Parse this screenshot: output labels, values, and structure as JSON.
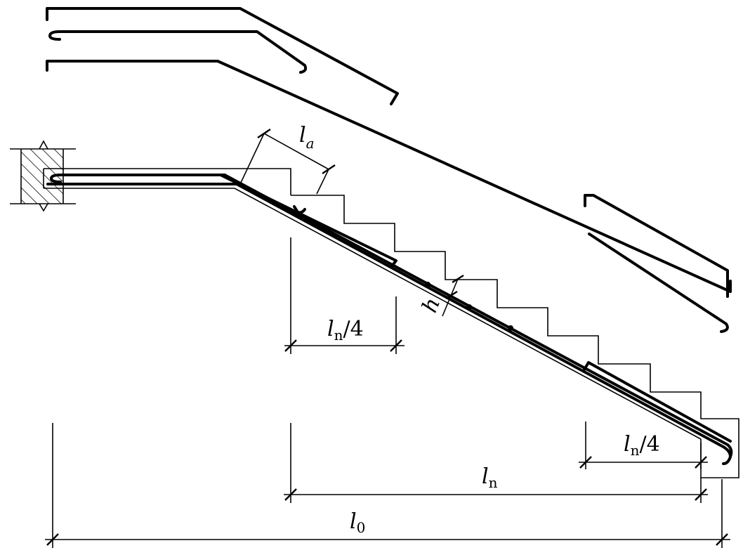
{
  "labels": {
    "la": {
      "main": "l",
      "sub": "a"
    },
    "h": {
      "main": "h"
    },
    "ln4_left": {
      "main": "l",
      "sub": "n",
      "suffix": "/4"
    },
    "ln4_right": {
      "main": "l",
      "sub": "n",
      "suffix": "/4"
    },
    "ln": {
      "main": "l",
      "sub": "n"
    },
    "l0": {
      "main": "l",
      "sub": "0"
    }
  }
}
